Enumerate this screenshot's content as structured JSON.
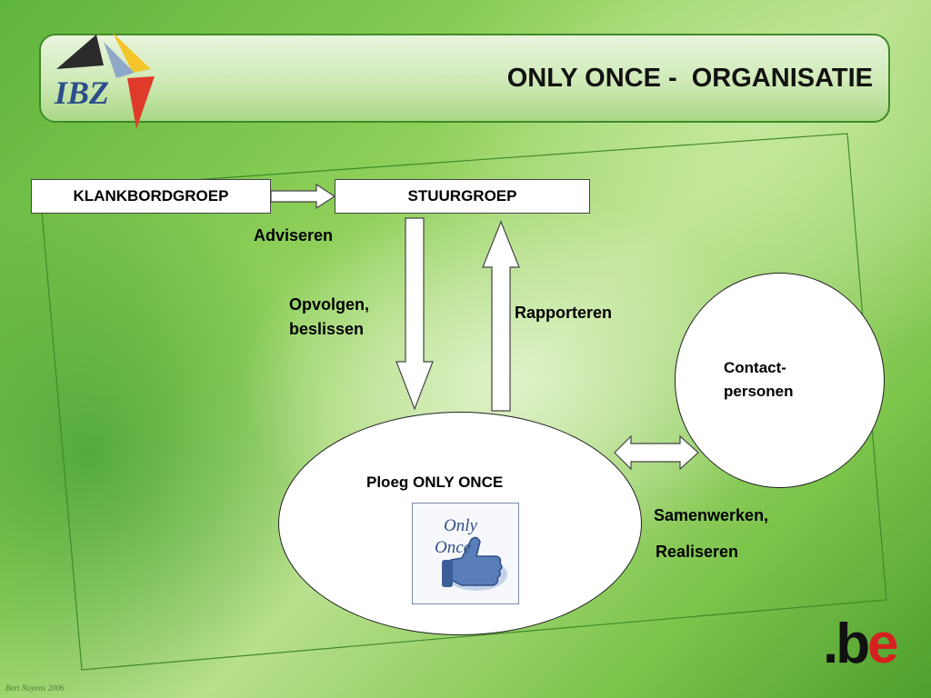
{
  "header": {
    "logo_text": "IBZ",
    "title": "ONLY ONCE -  ORGANISATIE"
  },
  "boxes": {
    "klankbordgroep": "KLANKBORDGROEP",
    "stuurgroep": "STUURGROEP"
  },
  "labels": {
    "adviseren": "Adviseren",
    "opvolgen_line1": "Opvolgen,",
    "opvolgen_line2": "beslissen",
    "rapporteren": "Rapporteren",
    "samenwerken": "Samenwerken,",
    "realiseren": "Realiseren"
  },
  "nodes": {
    "ploeg": "Ploeg ONLY ONCE",
    "contact_line1": "Contact-",
    "contact_line2": "personen"
  },
  "only_once_logo": {
    "line1": "Only",
    "line2": "Once"
  },
  "be_logo": {
    "dot": ".",
    "b": "b",
    "e": "e"
  },
  "footer_note": "Bert Nuyens 2006",
  "colors": {
    "header_border": "#3f8a2a",
    "logo_red": "#e03a2a",
    "logo_yellow": "#f3c52a",
    "logo_blue": "#3a5fa8",
    "be_red": "#d62020"
  }
}
